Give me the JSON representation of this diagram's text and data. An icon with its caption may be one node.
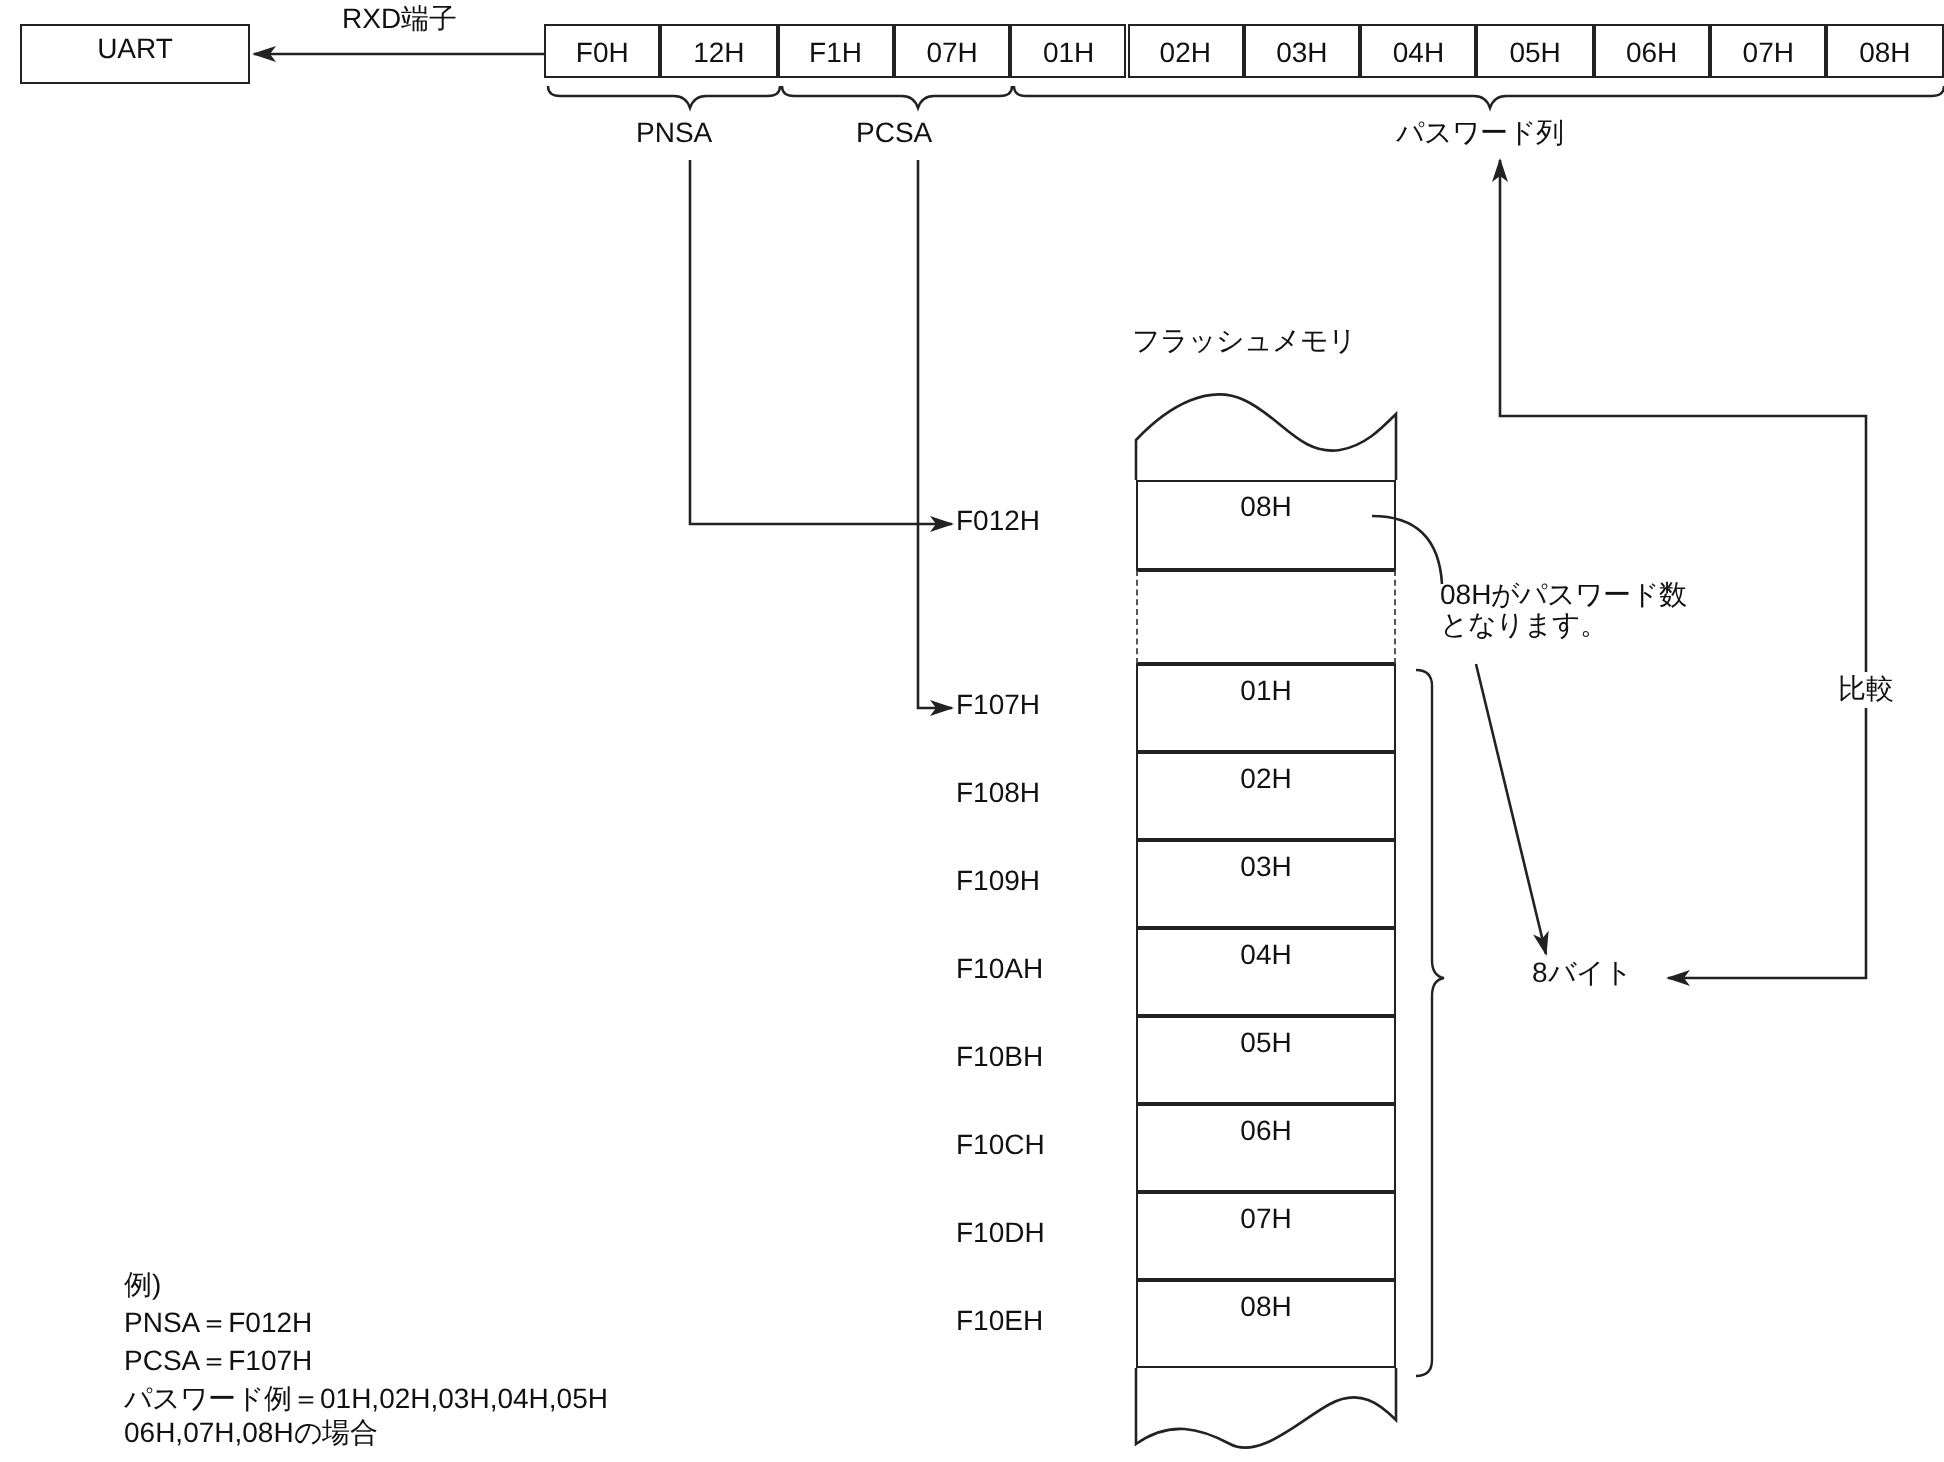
{
  "diagram": {
    "nodes": [
      {
        "text": [
          "UART"
        ]
      },
      {
        "text": [
          "F0H"
        ]
      },
      {
        "text": [
          "12H"
        ]
      },
      {
        "text": [
          "F1H"
        ]
      },
      {
        "text": [
          "07H"
        ]
      },
      {
        "text": [
          "01H"
        ]
      },
      {
        "text": [
          "02H"
        ]
      },
      {
        "text": [
          "03H"
        ]
      },
      {
        "text": [
          "04H"
        ]
      },
      {
        "text": [
          "05H"
        ]
      },
      {
        "text": [
          "06H"
        ]
      },
      {
        "text": [
          "07H"
        ]
      },
      {
        "text": [
          "08H"
        ]
      },
      {
        "text": [
          "PNSA"
        ]
      },
      {
        "text": [
          "PCSA"
        ]
      },
      {
        "text": [
          "パスワード列"
        ]
      },
      {
        "text": [
          "フラッシュメモリ"
        ]
      },
      {
        "text": [
          "08H"
        ],
        "in": 16
      },
      {
        "text": [],
        "shape": "box",
        "in": 16
      },
      {
        "text": [
          "01H"
        ],
        "in": 16
      },
      {
        "text": [
          "02H"
        ],
        "in": 16
      },
      {
        "text": [
          "03H"
        ],
        "in": 16
      },
      {
        "text": [
          "04H"
        ],
        "in": 16
      },
      {
        "text": [
          "05H"
        ],
        "in": 16
      },
      {
        "text": [
          "06H"
        ],
        "in": 16
      },
      {
        "text": [
          "07H"
        ],
        "in": 16
      },
      {
        "text": [
          "08H"
        ],
        "in": 16
      },
      {
        "text": [
          "F012H"
        ]
      },
      {
        "text": [
          "F107H"
        ]
      },
      {
        "text": [
          "F108H"
        ]
      },
      {
        "text": [
          "F109H"
        ]
      },
      {
        "text": [
          "F10AH"
        ]
      },
      {
        "text": [
          "F10BH"
        ]
      },
      {
        "text": [
          "F10CH"
        ]
      },
      {
        "text": [
          "F10DH"
        ]
      },
      {
        "text": [
          "F10EH"
        ]
      },
      {
        "text": [
          "08Hがパスワード数となります。"
        ]
      },
      {
        "text": [
          "8バイト"
        ]
      }
    ],
    "edges": [
      {
        "from": 1,
        "to": 0,
        "arrow": "to",
        "label": "RXD端子"
      },
      {
        "from": 13,
        "to": 27,
        "arrow": "to"
      },
      {
        "from": 14,
        "to": 28,
        "arrow": "to"
      },
      {
        "from": 36,
        "to": 17,
        "arrow": "none"
      },
      {
        "from": 36,
        "to": 37,
        "arrow": "to"
      },
      {
        "from": 37,
        "to": 15,
        "arrow": "both",
        "label": "比較"
      }
    ],
    "labels": [
      "例)",
      "PNSA＝F012H",
      "PCSA＝F107H",
      "パスワード例＝01H,02H,03H,04H,05H 06H,07H,08Hの場合"
    ]
  }
}
